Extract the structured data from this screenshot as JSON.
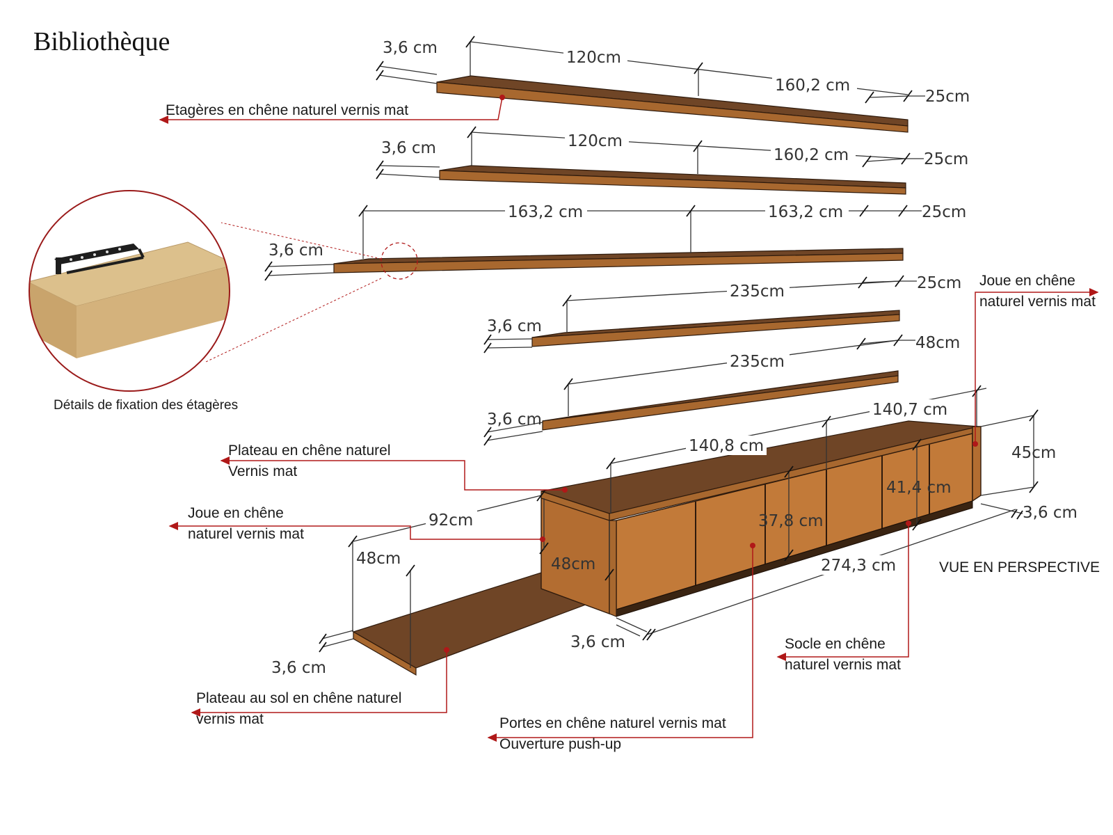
{
  "title": "Bibliothèque",
  "view_label": "VUE EN PERSPECTIVE",
  "detail_caption": "Détails  de fixation des étagères",
  "colors": {
    "leader": "#b01818",
    "wood_top": "#6f4526",
    "wood_front": "#c27a39",
    "oak_detail": "#d6b37d",
    "bracket": "#1a1a1a"
  },
  "dimensions": {
    "shelf1": {
      "thickness": "3,6 cm",
      "left": "120cm",
      "right": "160,2 cm",
      "depth": "25cm"
    },
    "shelf2": {
      "thickness": "3,6 cm",
      "left": "120cm",
      "right": "160,2 cm",
      "depth": "25cm"
    },
    "shelf3": {
      "thickness": "3,6 cm",
      "left": "163,2 cm",
      "right": "163,2 cm",
      "depth": "25cm"
    },
    "shelf4": {
      "thickness": "3,6 cm",
      "length": "235cm",
      "depth": "25cm"
    },
    "shelf5": {
      "thickness": "3,6 cm",
      "length": "235cm",
      "depth": "48cm"
    },
    "cabinet": {
      "top_left": "140,8 cm",
      "top_right": "140,7 cm",
      "height": "45cm",
      "base_height": "3,6 cm",
      "door_left": "37,8 cm",
      "door_right": "41,4 cm",
      "length": "274,3 cm",
      "base_thickness": "3,6 cm",
      "side_height": "48cm",
      "side_depth": "92cm"
    },
    "floor": {
      "height": "48cm",
      "thickness": "3,6 cm"
    }
  },
  "labels": {
    "shelves": "Etagères en chêne naturel vernis mat",
    "side_right_1": "Joue en chêne",
    "side_right_2": "naturel vernis mat",
    "plateau_1": "Plateau en chêne naturel",
    "plateau_2": "Vernis mat",
    "side_left_1": "Joue en chêne",
    "side_left_2": "naturel vernis mat",
    "floor_1": "Plateau au sol en chêne naturel",
    "floor_2": "vernis mat",
    "doors_1": "Portes en chêne naturel vernis mat",
    "doors_2": "Ouverture push-up",
    "socle_1": "Socle en chêne",
    "socle_2": "naturel vernis mat"
  }
}
